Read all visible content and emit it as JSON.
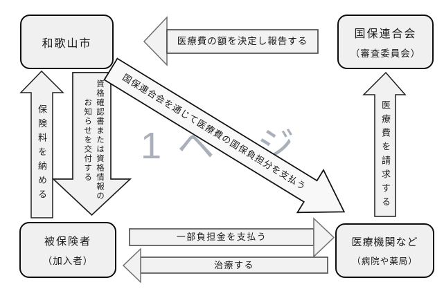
{
  "watermark": "1 ページ",
  "colors": {
    "box_fill": "#f0f0f0",
    "box_border": "#0d0d0d",
    "arrow_fill": "#f1f1f1",
    "arrow_stroke_dark": "#1f1f1f",
    "arrow_stroke_gray": "#555555",
    "watermark_color": "#a9b0ba"
  },
  "boxes": {
    "wakayama": {
      "title": "和歌山市"
    },
    "federation": {
      "title": "国保連合会",
      "subtitle": "（審査委員会）"
    },
    "insured": {
      "title": "被保険者",
      "subtitle": "（加入者）"
    },
    "medical": {
      "title": "医療機関など",
      "subtitle": "（病院や薬局）"
    }
  },
  "arrows": {
    "report": {
      "label": "医療費の額を決定し報告する",
      "from": "国保連合会",
      "to": "和歌山市"
    },
    "premium": {
      "label": "保険料を納める",
      "from": "被保険者",
      "to": "和歌山市"
    },
    "certificate": {
      "lines": [
        "資格確認書または資格情報の",
        "お知らせを交付する"
      ],
      "from": "和歌山市",
      "to": "被保険者"
    },
    "claim": {
      "label": "医療費を請求する",
      "from": "医療機関など",
      "to": "国保連合会"
    },
    "nhi_payment": {
      "label": "国保連合会を通じて医療費の国保負担分を支払う",
      "from": "和歌山市",
      "to": "医療機関など"
    },
    "copayment": {
      "label": "一部負担金を支払う",
      "from": "被保険者",
      "to": "医療機関など"
    },
    "treatment": {
      "label": "治療する",
      "from": "医療機関など",
      "to": "被保険者"
    }
  }
}
